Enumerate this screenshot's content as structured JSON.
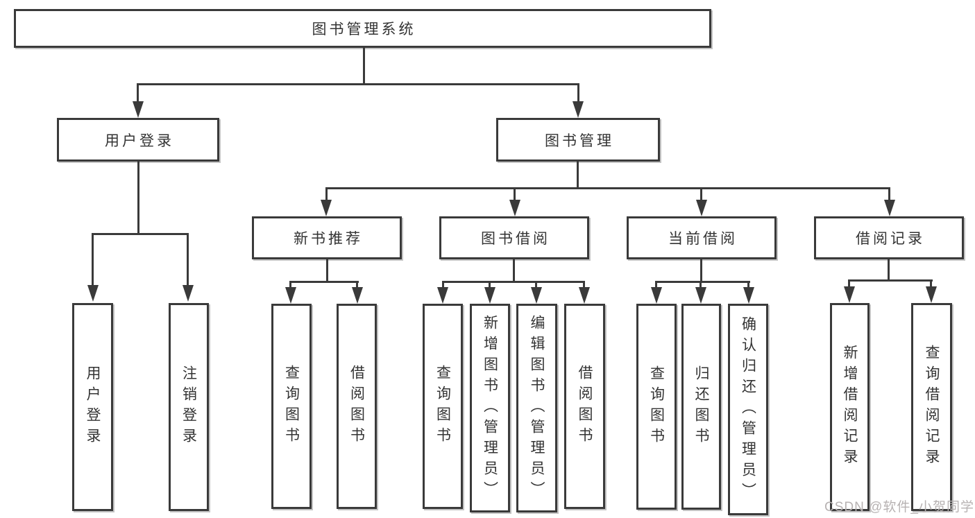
{
  "diagram": {
    "type": "tree-diagram",
    "root": {
      "label": "图书管理系统",
      "children": [
        {
          "label": "用户登录",
          "children": [
            {
              "label": "用户登录"
            },
            {
              "label": "注销登录"
            }
          ]
        },
        {
          "label": "图书管理",
          "children": [
            {
              "label": "新书推荐",
              "children": [
                {
                  "label": "查询图书"
                },
                {
                  "label": "借阅图书"
                }
              ]
            },
            {
              "label": "图书借阅",
              "children": [
                {
                  "label": "查询图书"
                },
                {
                  "label": "新增图书（管理员）"
                },
                {
                  "label": "编辑图书（管理员）"
                },
                {
                  "label": "借阅图书"
                }
              ]
            },
            {
              "label": "当前借阅",
              "children": [
                {
                  "label": "查询图书"
                },
                {
                  "label": "归还图书"
                },
                {
                  "label": "确认归还（管理员）"
                }
              ]
            },
            {
              "label": "借阅记录",
              "children": [
                {
                  "label": "新增借阅记录"
                },
                {
                  "label": "查询借阅记录"
                }
              ]
            }
          ]
        }
      ]
    },
    "watermark": "CSDN @软件_小贺同学",
    "colors": {
      "line": "#3a3a3a",
      "text": "#333333",
      "watermark": "#b7b2b2",
      "background": "#ffffff"
    }
  }
}
